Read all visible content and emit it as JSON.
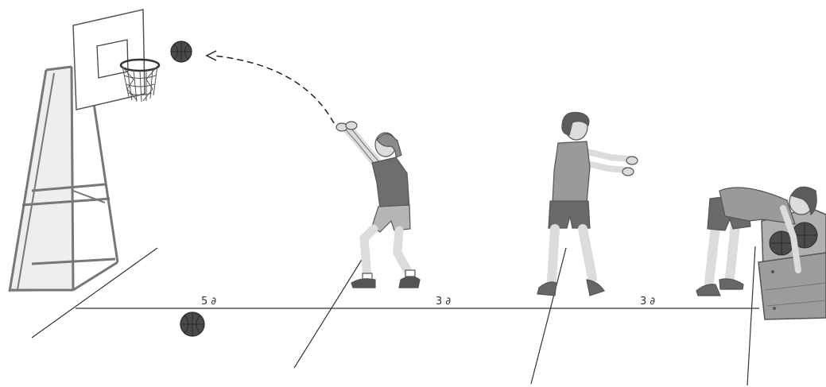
{
  "illustration": {
    "distances": [
      {
        "label": "5 ∂"
      },
      {
        "label": "3 ∂"
      },
      {
        "label": "3 ∂"
      }
    ],
    "colors": {
      "ball": "#4a4a4a",
      "ball_seam": "#2a2a2a",
      "line": "#333333",
      "skin": "#dcdcdc",
      "shirt_dark": "#6e6e6e",
      "shirt_light": "#9a9a9a",
      "shorts": "#7a7a7a",
      "box": "#9c9c9c"
    }
  }
}
